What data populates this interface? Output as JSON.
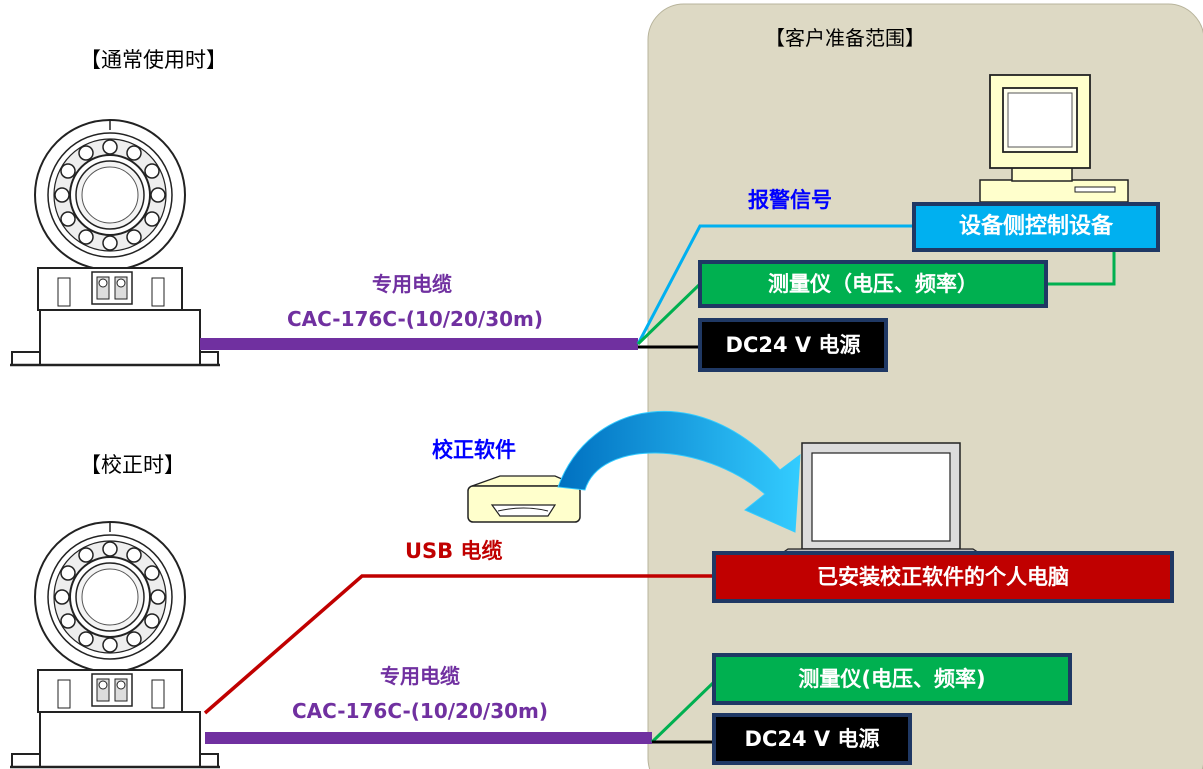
{
  "colors": {
    "customer_area": "#ddd9c4",
    "cable": "#7030a0",
    "usb": "#c00000",
    "alarm": "#00b0f0",
    "measure": "#00b050",
    "power": "#000000",
    "blue_text": "#0000ff"
  },
  "icons": {
    "sensor": "torque-sensor-icon",
    "desktop": "desktop-computer-icon",
    "laptop": "laptop-icon",
    "drive": "optical-drive-icon",
    "transfer": "curved-arrow-icon"
  },
  "customer_area_label": "【客户准备范围】",
  "normal": {
    "label": "【通常使用时】",
    "cable_name": "专用电缆",
    "cable_model": "CAC-176C-(10/20/30m)",
    "alarm_label": "报警信号",
    "control_box": "设备侧控制设备",
    "measure_box": "测量仪（电压、频率）",
    "power_box": "DC24 V 电源"
  },
  "calibration": {
    "label": "【校正时】",
    "software_label": "校正软件",
    "usb_label": "USB 电缆",
    "pc_box": "已安装校正软件的个人电脑",
    "cable_name": "专用电缆",
    "cable_model": "CAC-176C-(10/20/30m)",
    "measure_box": "测量仪(电压、频率)",
    "power_box": "DC24 V 电源"
  }
}
